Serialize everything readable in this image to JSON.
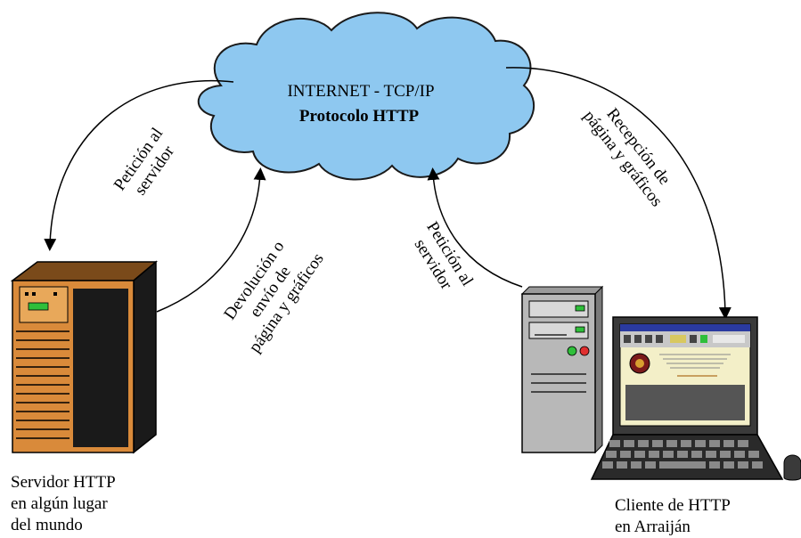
{
  "cloud": {
    "line1": "INTERNET - TCP/IP",
    "line2": "Protocolo HTTP"
  },
  "arrows": {
    "left_request": "Petición al servidor",
    "left_request_l1": "Petición al",
    "left_request_l2": "servidor",
    "left_return_l1": "Devolución o",
    "left_return_l2": "envío de",
    "left_return_l3": "página y gráficos",
    "right_request_l1": "Petición al",
    "right_request_l2": "servidor",
    "right_receive_l1": "Recepción de",
    "right_receive_l2": "página y gráficos"
  },
  "captions": {
    "server": [
      "Servidor HTTP",
      "en algún lugar",
      "del mundo"
    ],
    "client": [
      "Cliente de HTTP",
      "en Arraiján"
    ]
  },
  "colors": {
    "cloud_fill": "#8ec8f0",
    "server_body": "#d98a3a",
    "server_dark": "#1a1a1a",
    "server_green": "#2fbf3a",
    "tower_grey": "#b8b8b8",
    "screen_bg": "#f3efc8",
    "laptop_keys": "#555555"
  }
}
